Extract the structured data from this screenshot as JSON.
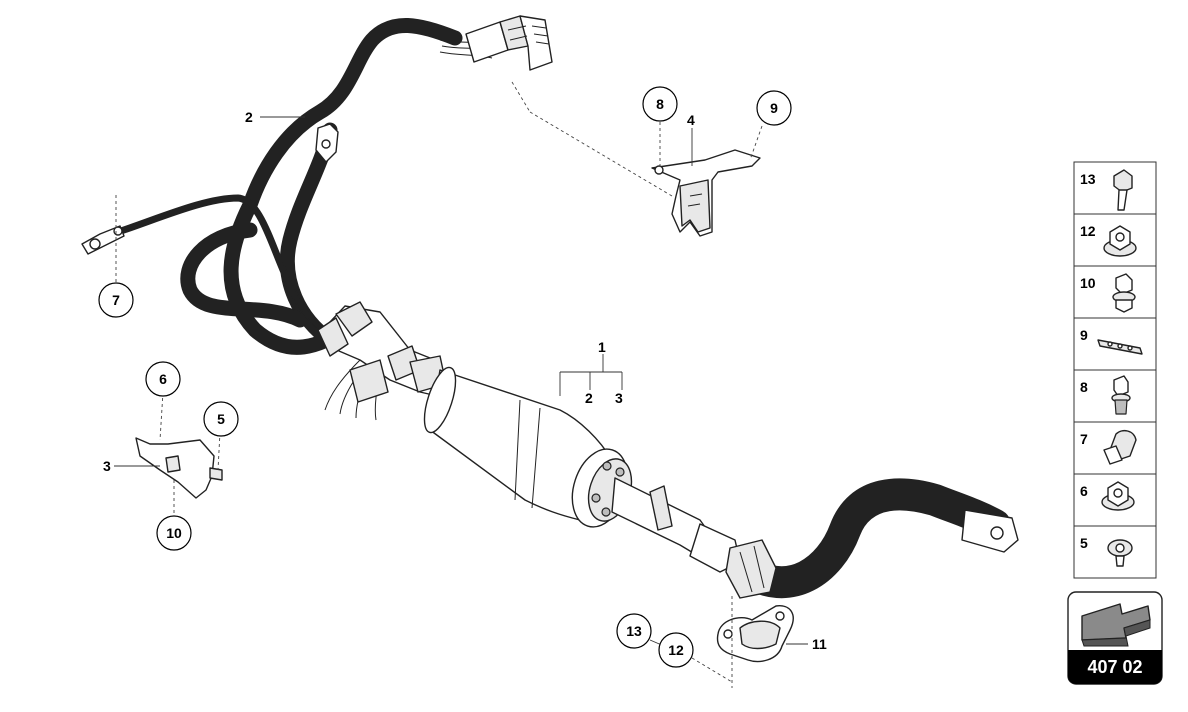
{
  "diagram": {
    "callouts": {
      "c1": "1",
      "c2a": "2",
      "c2b": "2",
      "c3a": "3",
      "c3b": "3",
      "c4": "4",
      "c5": "5",
      "c6": "6",
      "c7": "7",
      "c8": "8",
      "c9": "9",
      "c10": "10",
      "c11": "11",
      "c12": "12",
      "c13": "13"
    }
  },
  "legend": {
    "items": [
      "13",
      "12",
      "10",
      "9",
      "8",
      "7",
      "6",
      "5"
    ]
  },
  "badge": {
    "code": "407 02"
  }
}
